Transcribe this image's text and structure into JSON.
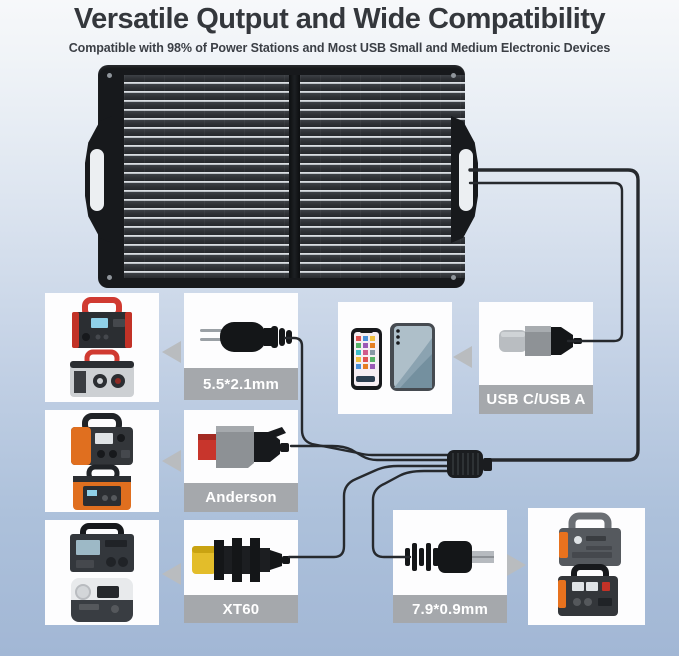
{
  "header": {
    "title": "Versatile Qutput and Wide Compatibility",
    "subtitle": "Compatible with 98% of Power Stations and Most USB Small and Medium Electronic Devices"
  },
  "connectors": {
    "dc5521": {
      "label": "5.5*2.1mm"
    },
    "usb": {
      "label": "USB C/USB A"
    },
    "anderson": {
      "label": "Anderson"
    },
    "xt60": {
      "label": "XT60"
    },
    "dc7909": {
      "label": "7.9*0.9mm"
    }
  },
  "colors": {
    "title_text": "#34373c",
    "label_band": "#a5a8ac",
    "label_text": "#ffffff",
    "arrow": "#b9bcbf",
    "cable": "#26292d",
    "background_top": "#f7f8fa",
    "background_bottom": "#a2b7d5",
    "panel_frame": "#17191c",
    "accent_orange": "#e06f1f",
    "accent_red": "#c8352c",
    "accent_yellow": "#e3bd2a"
  }
}
